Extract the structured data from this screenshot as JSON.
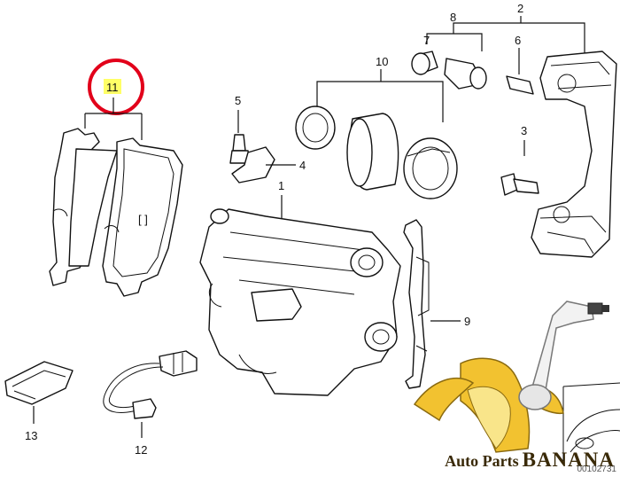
{
  "diagram": {
    "callouts": [
      "1",
      "2",
      "3",
      "4",
      "5",
      "6",
      "7",
      "8",
      "9",
      "10",
      "11",
      "12",
      "13"
    ],
    "highlighted_callout": "11",
    "highlight_color": "#e2001a",
    "highlight_fill": "#ffff66"
  },
  "watermark": {
    "line1": "Auto Parts",
    "line2": "BANANA",
    "color_yellow": "#f2c230",
    "color_brown": "#3a2a08"
  },
  "diagram_code": "00102731"
}
